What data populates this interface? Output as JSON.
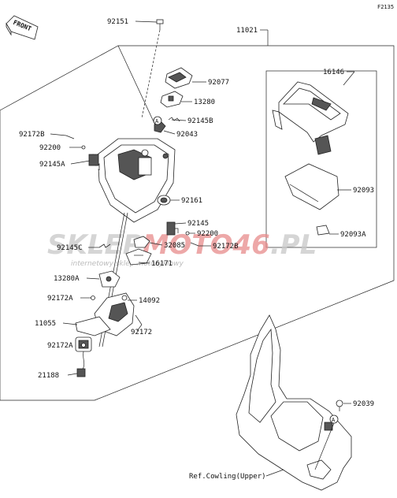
{
  "figure_number": "F2135",
  "front_label": "FRONT",
  "watermark": {
    "brand": "SKLEPMOTO46.PL",
    "brand_a": "SKLEP",
    "brand_b": "MOTO46",
    "brand_c": ".PL",
    "tagline": "internetowy sklep motocyklowy",
    "accent_color": "#e02020"
  },
  "callouts": {
    "p92151": "92151",
    "p11021": "11021",
    "p92077": "92077",
    "p13280": "13280",
    "p16146": "16146",
    "p92145B": "92145B",
    "p92043": "92043",
    "p92172B_top": "92172B",
    "p92200_top": "92200",
    "p92145A": "92145A",
    "p92093": "92093",
    "p92161": "92161",
    "p92145": "92145",
    "p92200_mid": "92200",
    "p92093A": "92093A",
    "p32085": "32085",
    "p92172B_mid": "92172B",
    "p92145C": "92145C",
    "p16171": "16171",
    "p13280A": "13280A",
    "p92172A_top": "92172A",
    "p14092": "14092",
    "p11055": "11055",
    "p92172": "92172",
    "p92172A_bot": "92172A",
    "p21188": "21188",
    "p92039": "92039",
    "ref_cowling": "Ref.Cowling(Upper)"
  },
  "reference_marker": "A"
}
